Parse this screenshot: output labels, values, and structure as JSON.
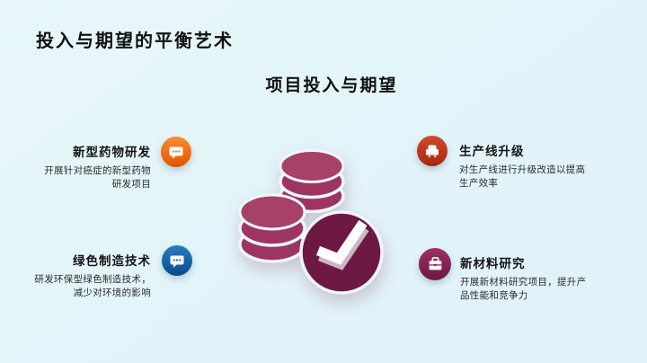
{
  "slide": {
    "title": "投入与期望的平衡艺术",
    "section_heading": "项目投入与期望",
    "background_color": "#e3f4f9"
  },
  "items": [
    {
      "title": "新型药物研发",
      "description": "开展针对癌症的新型药物\n研发项目",
      "icon": "comment-icon",
      "icon_color": "#ef6a12",
      "position": "top-left"
    },
    {
      "title": "生产线升级",
      "description": "对生产线进行升级改造以提高\n生产效率",
      "icon": "armchair-icon",
      "icon_color": "#bf3a1f",
      "position": "top-right"
    },
    {
      "title": "绿色制造技术",
      "description": "研发环保型绿色制造技术，\n减少对环境的影响",
      "icon": "comment-icon",
      "icon_color": "#1264a6",
      "position": "bottom-left"
    },
    {
      "title": "新材料研究",
      "description": "开展新材料研究项目，提升产\n品性能和竞争力",
      "icon": "briefcase-icon",
      "icon_color": "#8b2156",
      "position": "bottom-right"
    }
  ],
  "illustration": {
    "name": "coin-stacks-with-checkmark",
    "coin_color": "#9e3560",
    "coin_top_color": "#a84168",
    "separator_color": "#eef7fa",
    "check_circle_color": "#6d1943",
    "check_color": "#ffffff"
  }
}
